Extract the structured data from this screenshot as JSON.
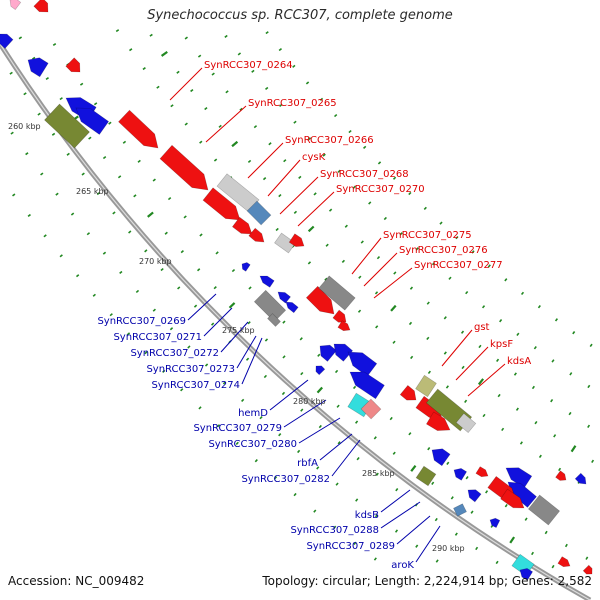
{
  "title": "Synechococcus sp. RCC307, complete genome",
  "footer": {
    "accession": "Accession: NC_009482",
    "topology": "Topology: circular; Length: 2,224,914 bp; Genes: 2,582"
  },
  "colors": {
    "forward": "#ee1111",
    "reverse": "#1111dd",
    "gray": "#888888",
    "light_gray": "#cccccc",
    "olive": "#778833",
    "light_olive": "#bbbb77",
    "steel": "#5588bb",
    "cyan": "#33dddd",
    "pink": "#ee8888",
    "backbone": "#999999",
    "tick": "#228822"
  },
  "kbp_labels": [
    "260 kbp",
    "265 kbp",
    "270 kbp",
    "275 kbp",
    "280 kbp",
    "285 kbp",
    "290 kbp"
  ],
  "labels_red": [
    "SynRCC307_0264",
    "SynRCC307_0265",
    "SynRCC307_0266",
    "cysK",
    "SynRCC307_0268",
    "SynRCC307_0270",
    "SynRCC307_0275",
    "SynRCC307_0276",
    "SynRCC307_0277",
    "gst",
    "kpsF",
    "kdsA"
  ],
  "labels_blue": [
    "SynRCC307_0269",
    "SynRCC307_0271",
    "SynRCC307_0272",
    "SynRCC307_0273",
    "SynRCC307_0274",
    "hemD",
    "SynRCC307_0279",
    "SynRCC307_0280",
    "rbfA",
    "SynRCC307_0282",
    "kdsB",
    "SynRCC307_0288",
    "SynRCC307_0289",
    "aroK"
  ]
}
